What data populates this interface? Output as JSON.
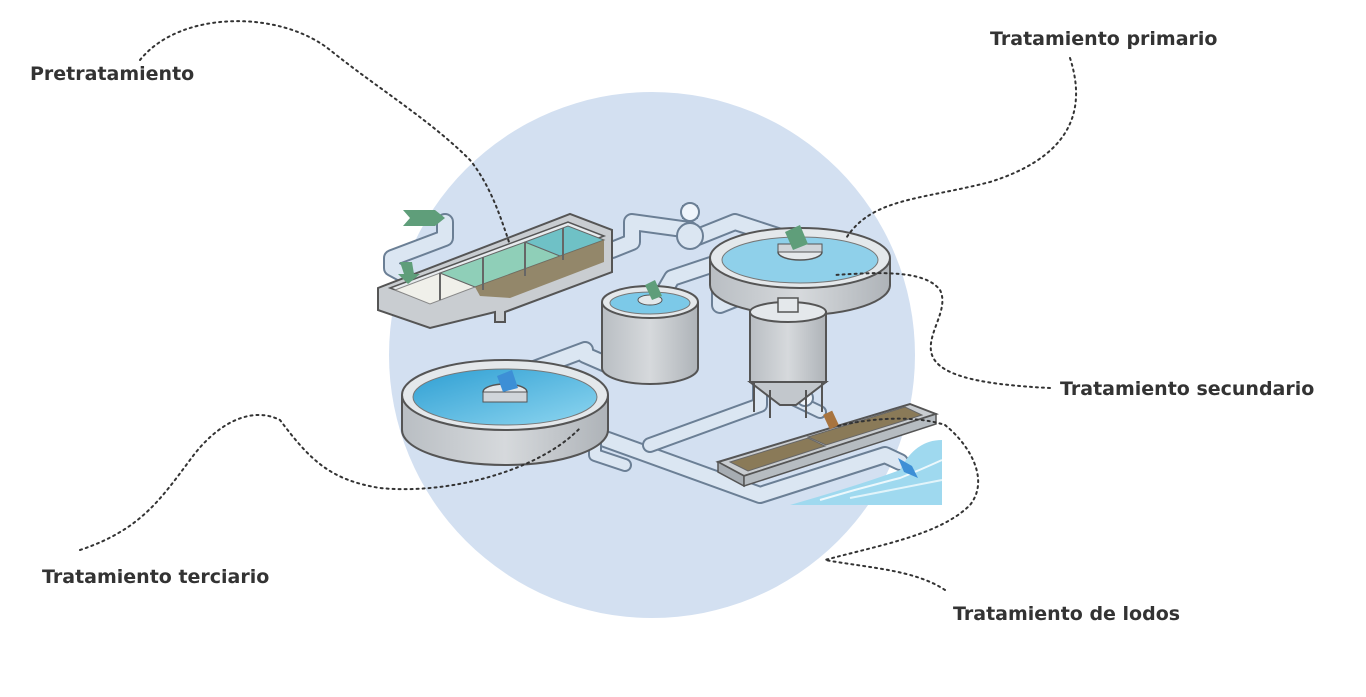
{
  "colors": {
    "backdrop_circle": "#d3e0f1",
    "pipe": "#c8d8ea",
    "pipe_stroke": "#6b7f95",
    "water": "#4fb3dd",
    "water_light": "#9fd9ef",
    "concrete": "#c9cdd1",
    "concrete_dark": "#9aa0a6",
    "sludge": "#8a7a58",
    "arrow_green": "#5f9e7a",
    "arrow_blue": "#3d8fd6",
    "label_text": "#333333",
    "leader_line": "#333333"
  },
  "labels": {
    "pretratamiento": "Pretratamiento",
    "primario": "Tratamiento primario",
    "secundario": "Tratamiento secundario",
    "terciario": "Tratamiento terciario",
    "lodos": "Tratamiento de lodos"
  }
}
